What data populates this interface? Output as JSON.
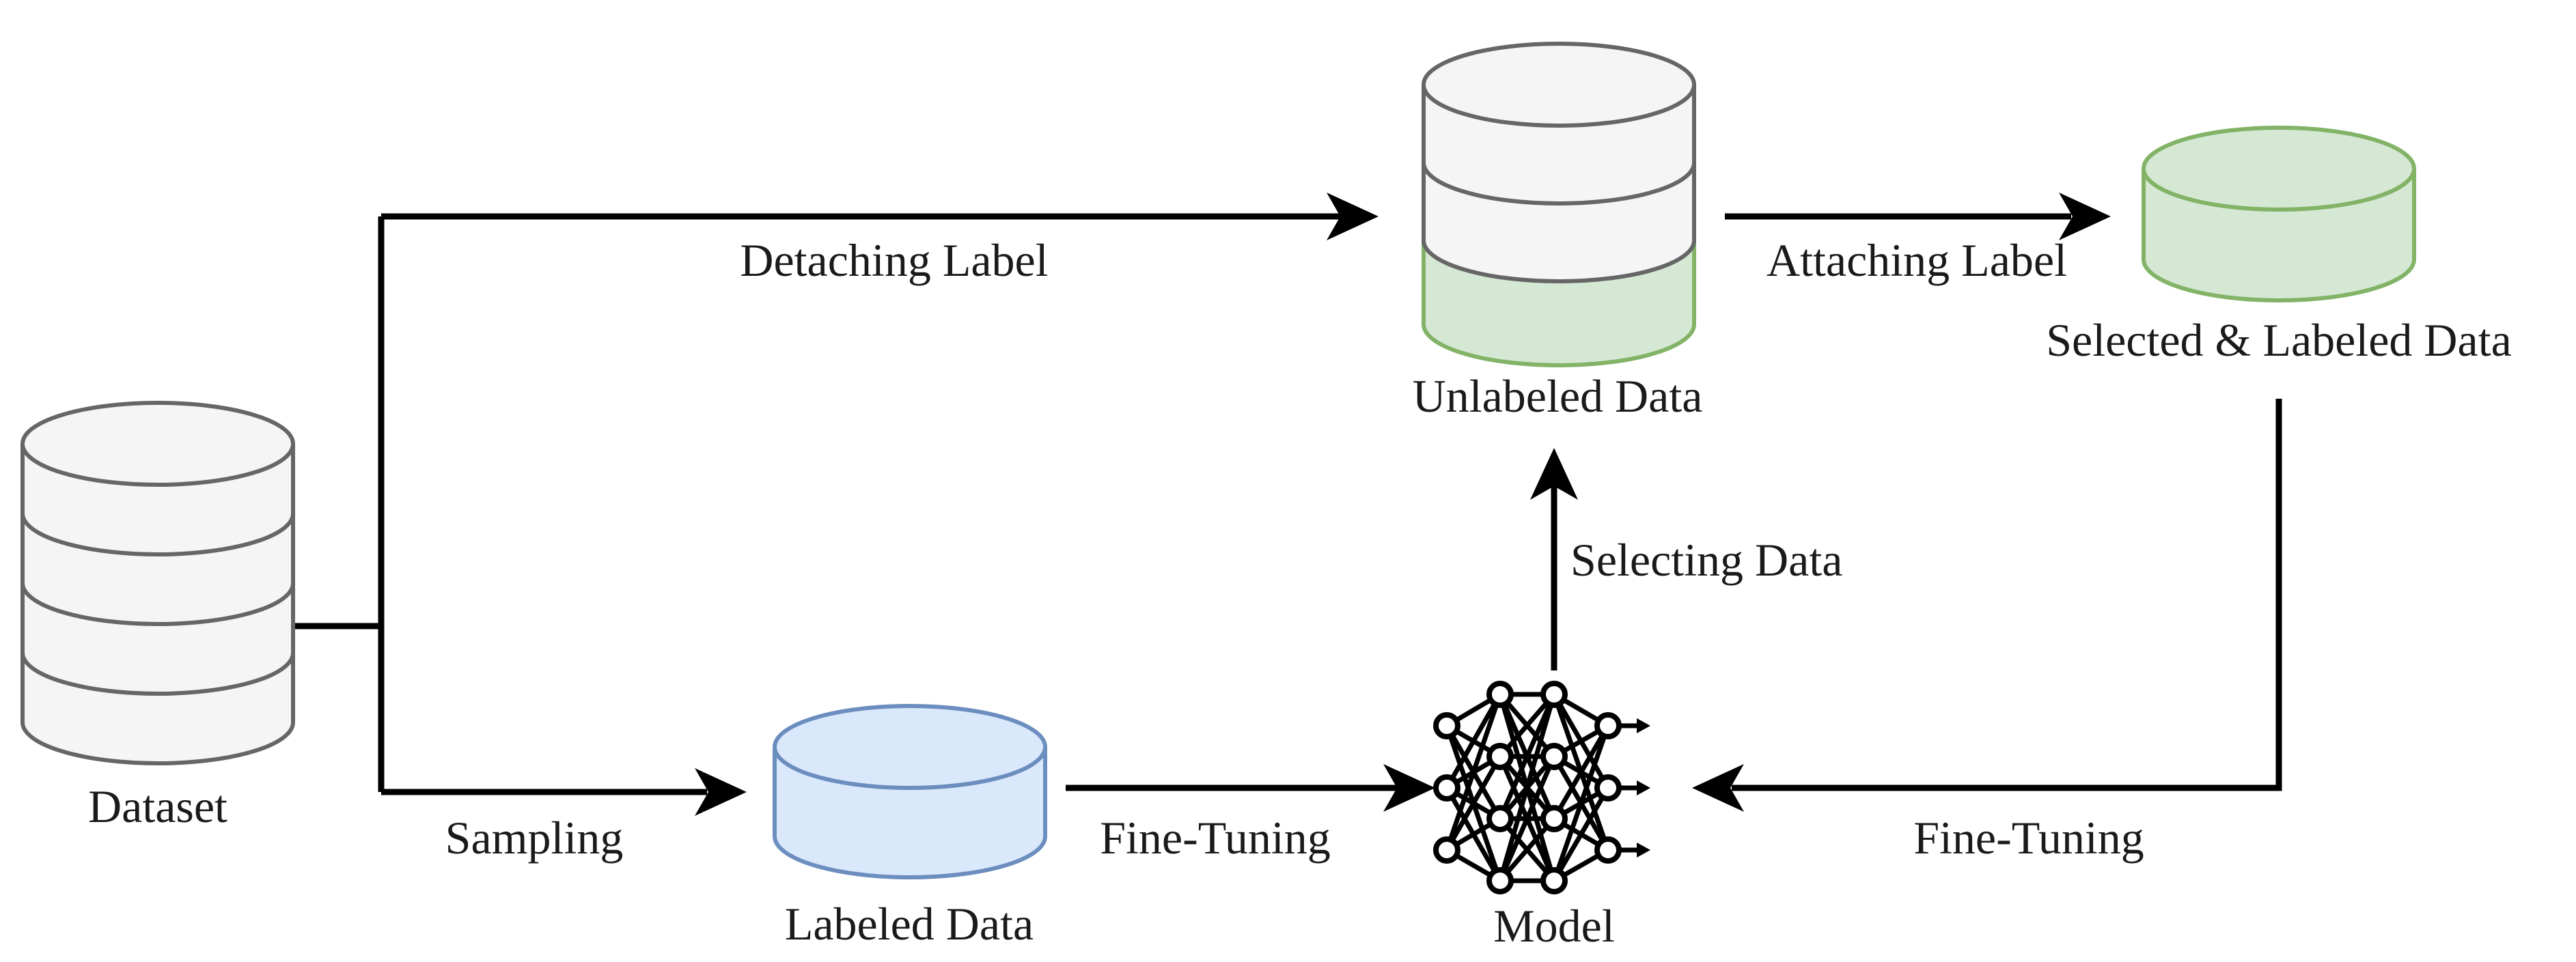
{
  "nodes": {
    "dataset": {
      "label": "Dataset",
      "fill": "#f5f5f5",
      "stroke": "#666666"
    },
    "unlabeled": {
      "label": "Unlabeled Data",
      "fill": "#f5f5f5",
      "stroke": "#666666",
      "accent_fill": "#d5e8d4",
      "accent_stroke": "#82b366"
    },
    "selected": {
      "label": "Selected & Labeled Data",
      "fill": "#d5e8d4",
      "stroke": "#82b366"
    },
    "labeled": {
      "label": "Labeled Data",
      "fill": "#dae8fc",
      "stroke": "#6c8ebf"
    },
    "model": {
      "label": "Model",
      "icon": "neural-network-icon"
    }
  },
  "edges": {
    "detaching": {
      "label": "Detaching Label"
    },
    "attaching": {
      "label": "Attaching Label"
    },
    "sampling": {
      "label": "Sampling"
    },
    "fine_tuning_left": {
      "label": "Fine-Tuning"
    },
    "fine_tuning_right": {
      "label": "Fine-Tuning"
    },
    "selecting": {
      "label": "Selecting Data"
    }
  }
}
